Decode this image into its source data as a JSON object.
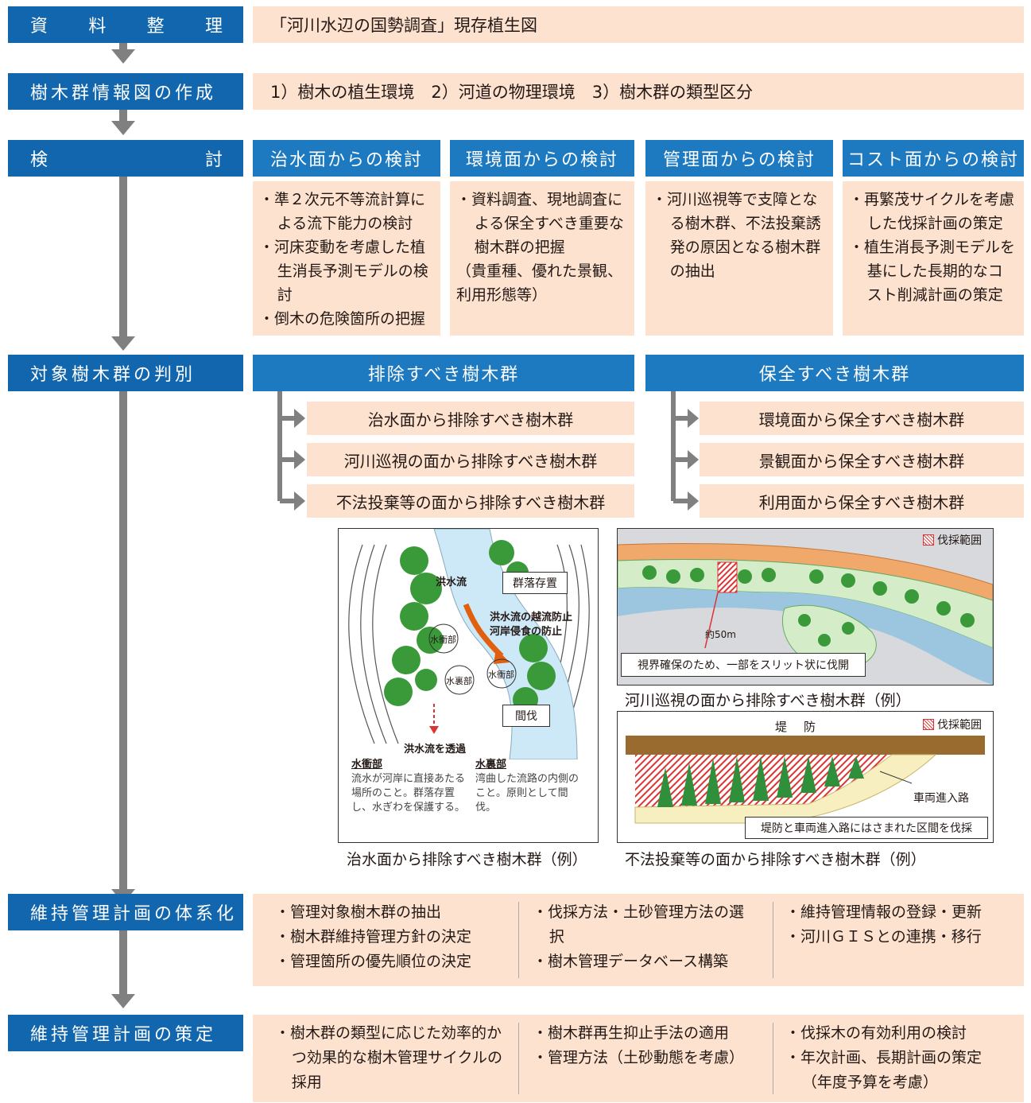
{
  "steps": {
    "s1": {
      "label_parts": [
        "資",
        "料",
        "整",
        "理"
      ],
      "content": "「河川水辺の国勢調査」現存植生図"
    },
    "s2": {
      "label": "樹木群情報図の作成",
      "content": "1）樹木の植生環境　2）河道の物理環境　3）樹木群の類型区分"
    },
    "s3": {
      "label_parts": [
        "検",
        "討"
      ]
    },
    "s4": {
      "label": "対象樹木群の判別"
    },
    "s5": {
      "label": "維持管理計画の体系化"
    },
    "s6": {
      "label": "維持管理計画の策定"
    }
  },
  "review": [
    {
      "header": "治水面からの検討",
      "items": [
        "・準２次元不等流計算による流下能力の検討",
        "・河床変動を考慮した植生消長予測モデルの検討",
        "・倒木の危険箇所の把握"
      ]
    },
    {
      "header": "環境面からの検討",
      "items": [
        "・資料調査、現地調査による保全すべき重要な樹木群の把握",
        "（貴重種、優れた景観、利用形態等）"
      ]
    },
    {
      "header": "管理面からの検討",
      "items": [
        "・河川巡視等で支障となる樹木群、不法投棄誘発の原因となる樹木群の抽出"
      ]
    },
    {
      "header": "コスト面からの検討",
      "items": [
        "・再繁茂サイクルを考慮した伐採計画の策定",
        "・植生消長予測モデルを基にした長期的なコスト削減計画の策定"
      ]
    }
  ],
  "judge": {
    "remove": {
      "header": "排除すべき樹木群",
      "items": [
        "治水面から排除すべき樹木群",
        "河川巡視の面から排除すべき樹木群",
        "不法投棄等の面から排除すべき樹木群"
      ]
    },
    "keep": {
      "header": "保全すべき樹木群",
      "items": [
        "環境面から保全すべき樹木群",
        "景観面から保全すべき樹木群",
        "利用面から保全すべき樹木群"
      ]
    }
  },
  "figure1": {
    "caption": "治水面から排除すべき樹木群（例）",
    "labels": {
      "flood_flow": "洪水流",
      "colony": "群落存置",
      "prevent": "洪水流の越流防止",
      "erosion": "河岸侵食の防止",
      "attack1": "水衝部",
      "attack2": "水衝部",
      "inner": "水裏部",
      "thinning": "間伐",
      "permeate": "洪水流を透過"
    },
    "notes": [
      {
        "title": "水衝部",
        "text": "流水が河岸に直接あたる場所のこと。群落存置し、水ぎわを保護する。"
      },
      {
        "title": "水裏部",
        "text": "湾曲した流路の内側のこと。原則として間伐。"
      }
    ]
  },
  "figure2": {
    "caption": "河川巡視の面から排除すべき樹木群（例）",
    "legend": "伐採範囲",
    "distance": "約50m",
    "callout": "視界確保のため、一部をスリット状に伐開"
  },
  "figure3": {
    "caption": "不法投棄等の面から排除すべき樹木群（例）",
    "legend": "伐採範囲",
    "levee_parts": [
      "堤",
      "防"
    ],
    "road": "車両進入路",
    "callout": "堤防と車両進入路にはさまれた区間を伐採"
  },
  "system_plan": [
    [
      "・管理対象樹木群の抽出",
      "・樹木群維持管理方針の決定",
      "・管理箇所の優先順位の決定"
    ],
    [
      "・伐採方法・土砂管理方法の選択",
      "・樹木管理データベース構築"
    ],
    [
      "・維持管理情報の登録・更新",
      "・河川ＧＩＳとの連携・移行"
    ]
  ],
  "final_plan": [
    [
      "・樹木群の類型に応じた効率的かつ効果的な樹木管理サイクルの採用"
    ],
    [
      "・樹木群再生抑止手法の適用",
      "・管理方法（土砂動態を考慮）"
    ],
    [
      "・伐採木の有効利用の検討",
      "・年次計画、長期計画の策定",
      "（年度予算を考慮）"
    ]
  ],
  "colors": {
    "step": "#1166ae",
    "header": "#1d79c0",
    "peach": "#fde3cf",
    "arrow": "#808080",
    "water": "#cde8f7",
    "tree": "#3a9a3a",
    "cut": "#d33333"
  }
}
